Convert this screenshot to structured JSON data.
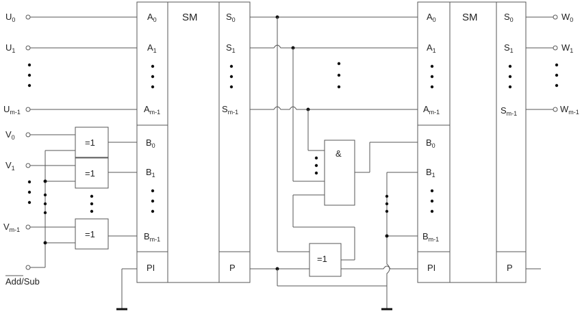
{
  "diagram": {
    "inputs_u": [
      {
        "base": "U",
        "sub": "0"
      },
      {
        "base": "U",
        "sub": "1"
      },
      {
        "base": "U",
        "sub": "m-1"
      }
    ],
    "inputs_v": [
      {
        "base": "V",
        "sub": "0"
      },
      {
        "base": "V",
        "sub": "1"
      },
      {
        "base": "V",
        "sub": "m-1"
      }
    ],
    "control_label": "Add/Sub",
    "adder1": {
      "title": "SM",
      "a_ports": [
        {
          "base": "A",
          "sub": "0"
        },
        {
          "base": "A",
          "sub": "1"
        },
        {
          "base": "A",
          "sub": "m-1"
        }
      ],
      "b_ports": [
        {
          "base": "B",
          "sub": "0"
        },
        {
          "base": "B",
          "sub": "1"
        },
        {
          "base": "B",
          "sub": "m-1"
        }
      ],
      "s_ports": [
        {
          "base": "S",
          "sub": "0"
        },
        {
          "base": "S",
          "sub": "1"
        },
        {
          "base": "S",
          "sub": "m-1"
        }
      ],
      "carry_in": "PI",
      "carry_out": "P"
    },
    "adder2": {
      "title": "SM",
      "a_ports": [
        {
          "base": "A",
          "sub": "0"
        },
        {
          "base": "A",
          "sub": "1"
        },
        {
          "base": "A",
          "sub": "m-1"
        }
      ],
      "b_ports": [
        {
          "base": "B",
          "sub": "0"
        },
        {
          "base": "B",
          "sub": "1"
        },
        {
          "base": "B",
          "sub": "m-1"
        }
      ],
      "s_ports": [
        {
          "base": "S",
          "sub": "0"
        },
        {
          "base": "S",
          "sub": "1"
        },
        {
          "base": "S",
          "sub": "m-1"
        }
      ],
      "carry_in": "PI",
      "carry_out": "P"
    },
    "outputs_w": [
      {
        "base": "W",
        "sub": "0"
      },
      {
        "base": "W",
        "sub": "1"
      },
      {
        "base": "W",
        "sub": "m-1"
      }
    ],
    "xor_label": "=1",
    "and_label": "&"
  }
}
